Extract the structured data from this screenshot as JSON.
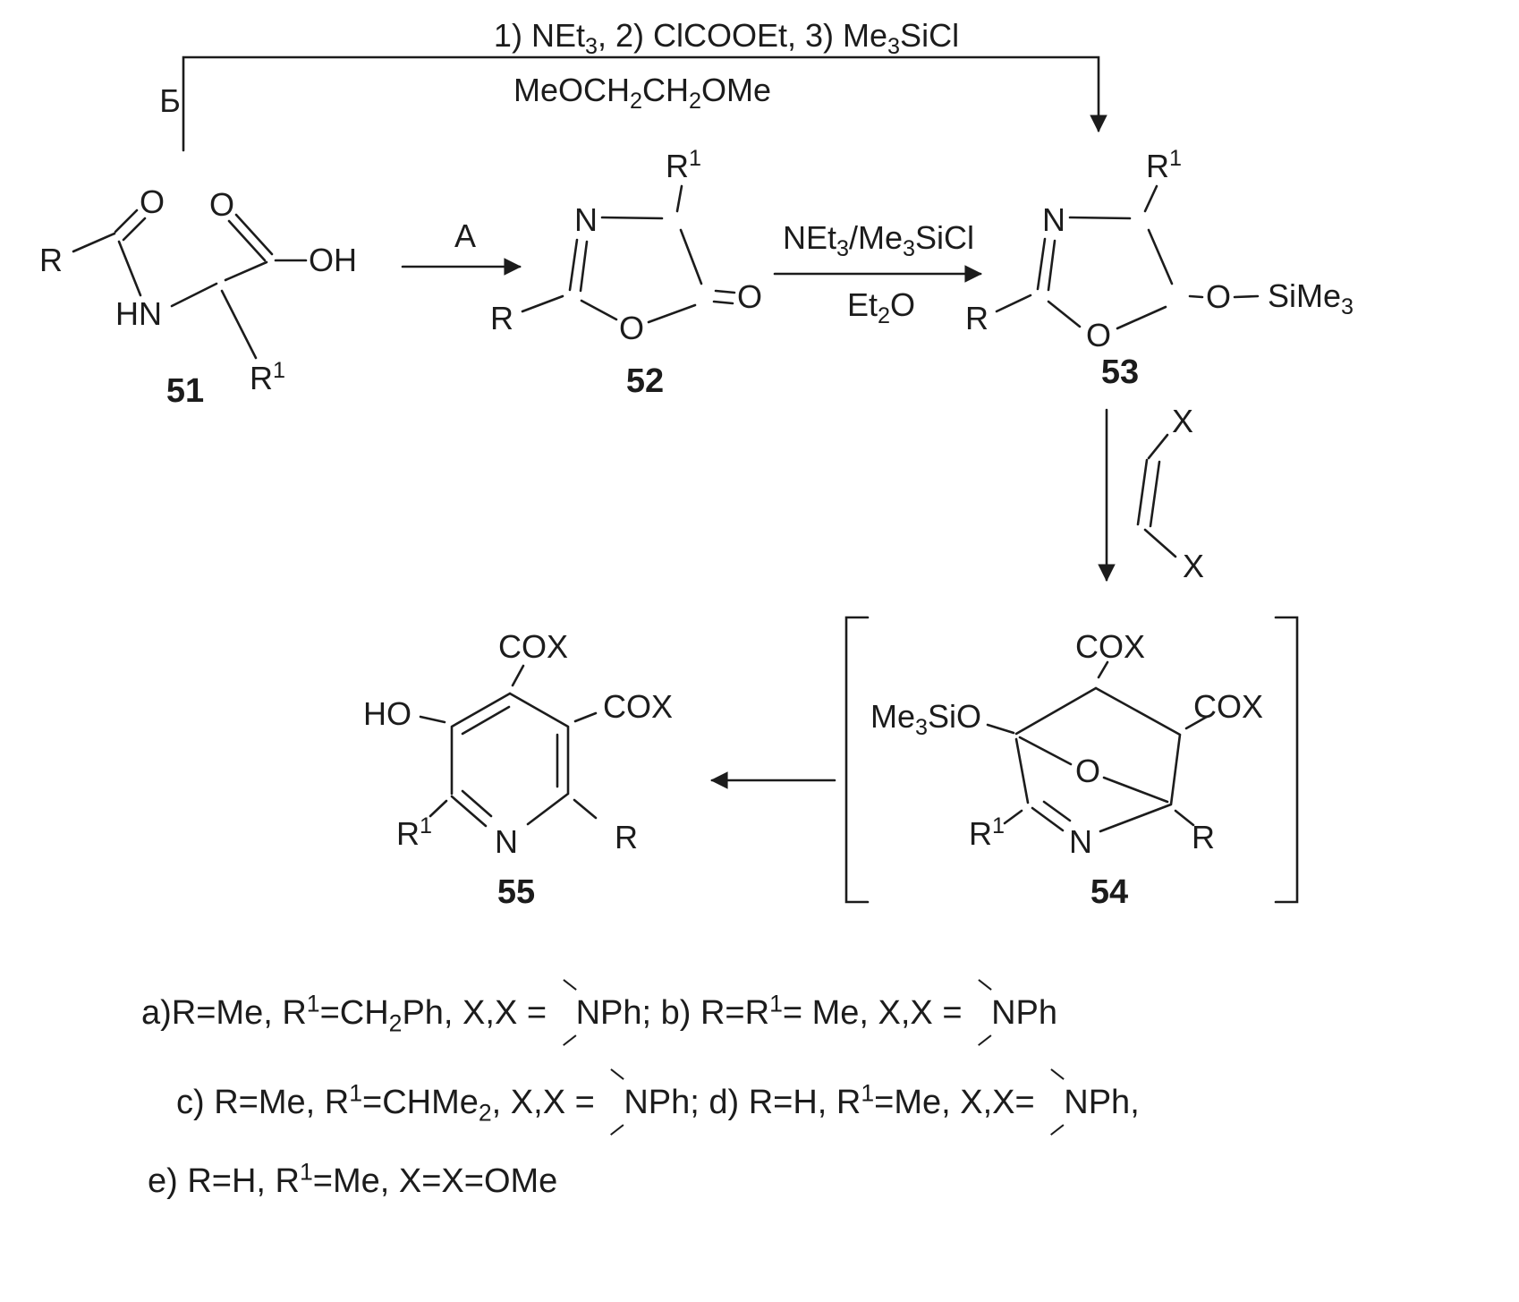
{
  "colors": {
    "ink": "#1c1c1c",
    "background": "#ffffff"
  },
  "top_route": {
    "branch_label": "Б",
    "conditions_line1": [
      {
        "t": "1) NEt"
      },
      {
        "t": "3",
        "v": "sub"
      },
      {
        "t": ", 2) ClCOOEt, 3) Me"
      },
      {
        "t": "3",
        "v": "sub"
      },
      {
        "t": "SiCl"
      }
    ],
    "conditions_line2": [
      {
        "t": "MeOCH"
      },
      {
        "t": "2",
        "v": "sub"
      },
      {
        "t": "CH"
      },
      {
        "t": "2",
        "v": "sub"
      },
      {
        "t": "OMe"
      }
    ]
  },
  "step_a": {
    "label": "A"
  },
  "step_silylation": {
    "conditions_line1": [
      {
        "t": "NEt"
      },
      {
        "t": "3",
        "v": "sub"
      },
      {
        "t": "/Me"
      },
      {
        "t": "3",
        "v": "sub"
      },
      {
        "t": "SiCl"
      }
    ],
    "conditions_line2": [
      {
        "t": "Et"
      },
      {
        "t": "2",
        "v": "sub"
      },
      {
        "t": "O"
      }
    ]
  },
  "compound51": {
    "number": "51",
    "r": "R",
    "amide_o": "O",
    "acid_o": "O",
    "oh": "OH",
    "hn": "HN",
    "r1": [
      {
        "t": "R"
      },
      {
        "t": "1",
        "v": "sup"
      }
    ]
  },
  "compound52": {
    "number": "52",
    "n": "N",
    "r1": [
      {
        "t": "R"
      },
      {
        "t": "1",
        "v": "sup"
      }
    ],
    "carbonyl_o": "O",
    "ring_o": "O",
    "r": "R"
  },
  "compound53": {
    "number": "53",
    "n": "N",
    "r1": [
      {
        "t": "R"
      },
      {
        "t": "1",
        "v": "sup"
      }
    ],
    "link_o": "O",
    "sime3": [
      {
        "t": "SiMe"
      },
      {
        "t": "3",
        "v": "sub"
      }
    ],
    "ring_o": "O",
    "r": "R"
  },
  "dienophile": {
    "x_top": "X",
    "x_bottom": "X"
  },
  "compound54": {
    "number": "54",
    "me3sio": [
      {
        "t": "Me"
      },
      {
        "t": "3",
        "v": "sub"
      },
      {
        "t": "SiO"
      }
    ],
    "cox_top": "COX",
    "cox_right": "COX",
    "bridge_o": "O",
    "r1": [
      {
        "t": "R"
      },
      {
        "t": "1",
        "v": "sup"
      }
    ],
    "n": "N",
    "r": "R"
  },
  "compound55": {
    "number": "55",
    "cox_top": "COX",
    "cox_right": "COX",
    "ho": "HO",
    "r1": [
      {
        "t": "R"
      },
      {
        "t": "1",
        "v": "sup"
      }
    ],
    "n": "N",
    "r": "R"
  },
  "footnotes": {
    "line1": [
      {
        "t": "a)R=Me, R"
      },
      {
        "t": "1",
        "v": "sup"
      },
      {
        "t": "=CH"
      },
      {
        "t": "2",
        "v": "sub"
      },
      {
        "t": "Ph, X,X = "
      },
      {
        "t": "NPh",
        "v": "nph"
      },
      {
        "t": "; b) R=R"
      },
      {
        "t": "1",
        "v": "sup"
      },
      {
        "t": "= Me, X,X = "
      },
      {
        "t": "NPh",
        "v": "nph"
      }
    ],
    "line2": [
      {
        "t": "c) R=Me, R"
      },
      {
        "t": "1",
        "v": "sup"
      },
      {
        "t": "=CHMe"
      },
      {
        "t": "2",
        "v": "sub"
      },
      {
        "t": ", X,X = "
      },
      {
        "t": "NPh",
        "v": "nph"
      },
      {
        "t": "; d) R=H, R"
      },
      {
        "t": "1",
        "v": "sup"
      },
      {
        "t": "=Me, X,X= "
      },
      {
        "t": "NPh",
        "v": "nph"
      },
      {
        "t": ","
      }
    ],
    "line3": [
      {
        "t": "e) R=H, R"
      },
      {
        "t": "1",
        "v": "sup"
      },
      {
        "t": "=Me, X=X=OMe"
      }
    ]
  }
}
